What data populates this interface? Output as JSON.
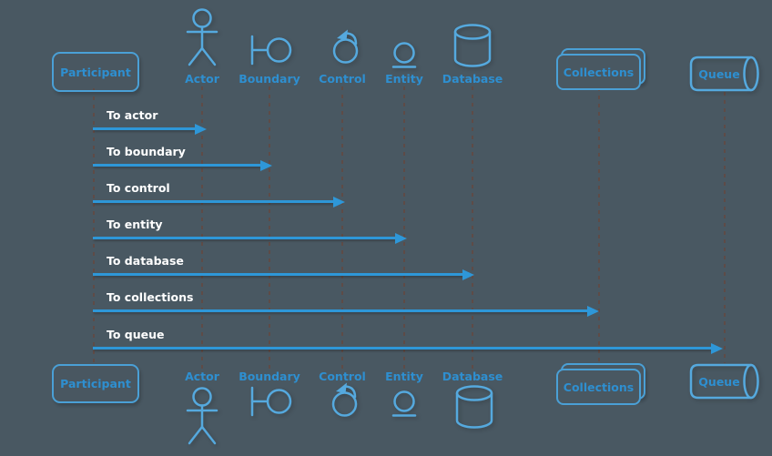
{
  "diagram_type": "uml-sequence-diagram",
  "colors": {
    "background": "#495862",
    "shape_stroke": "#55a9de",
    "box_border": "#4aa0d6",
    "label_text": "#2e8fd0",
    "arrow": "#2e97d8",
    "message_text": "#ffffff",
    "lifeline": "#5e4b47"
  },
  "participants": [
    {
      "label": "Participant",
      "type": "participant",
      "icon": "rounded-box"
    },
    {
      "label": "Actor",
      "type": "actor",
      "icon": "actor-icon"
    },
    {
      "label": "Boundary",
      "type": "boundary",
      "icon": "boundary-icon"
    },
    {
      "label": "Control",
      "type": "control",
      "icon": "control-icon"
    },
    {
      "label": "Entity",
      "type": "entity",
      "icon": "entity-icon"
    },
    {
      "label": "Database",
      "type": "database",
      "icon": "database-icon"
    },
    {
      "label": "Collections",
      "type": "collections",
      "icon": "collections-shape"
    },
    {
      "label": "Queue",
      "type": "queue",
      "icon": "queue-shape"
    }
  ],
  "messages": [
    {
      "from": "Participant",
      "to": "Actor",
      "label": "To actor"
    },
    {
      "from": "Participant",
      "to": "Boundary",
      "label": "To boundary"
    },
    {
      "from": "Participant",
      "to": "Control",
      "label": "To control"
    },
    {
      "from": "Participant",
      "to": "Entity",
      "label": "To entity"
    },
    {
      "from": "Participant",
      "to": "Database",
      "label": "To database"
    },
    {
      "from": "Participant",
      "to": "Collections",
      "label": "To collections"
    },
    {
      "from": "Participant",
      "to": "Queue",
      "label": "To queue"
    }
  ]
}
